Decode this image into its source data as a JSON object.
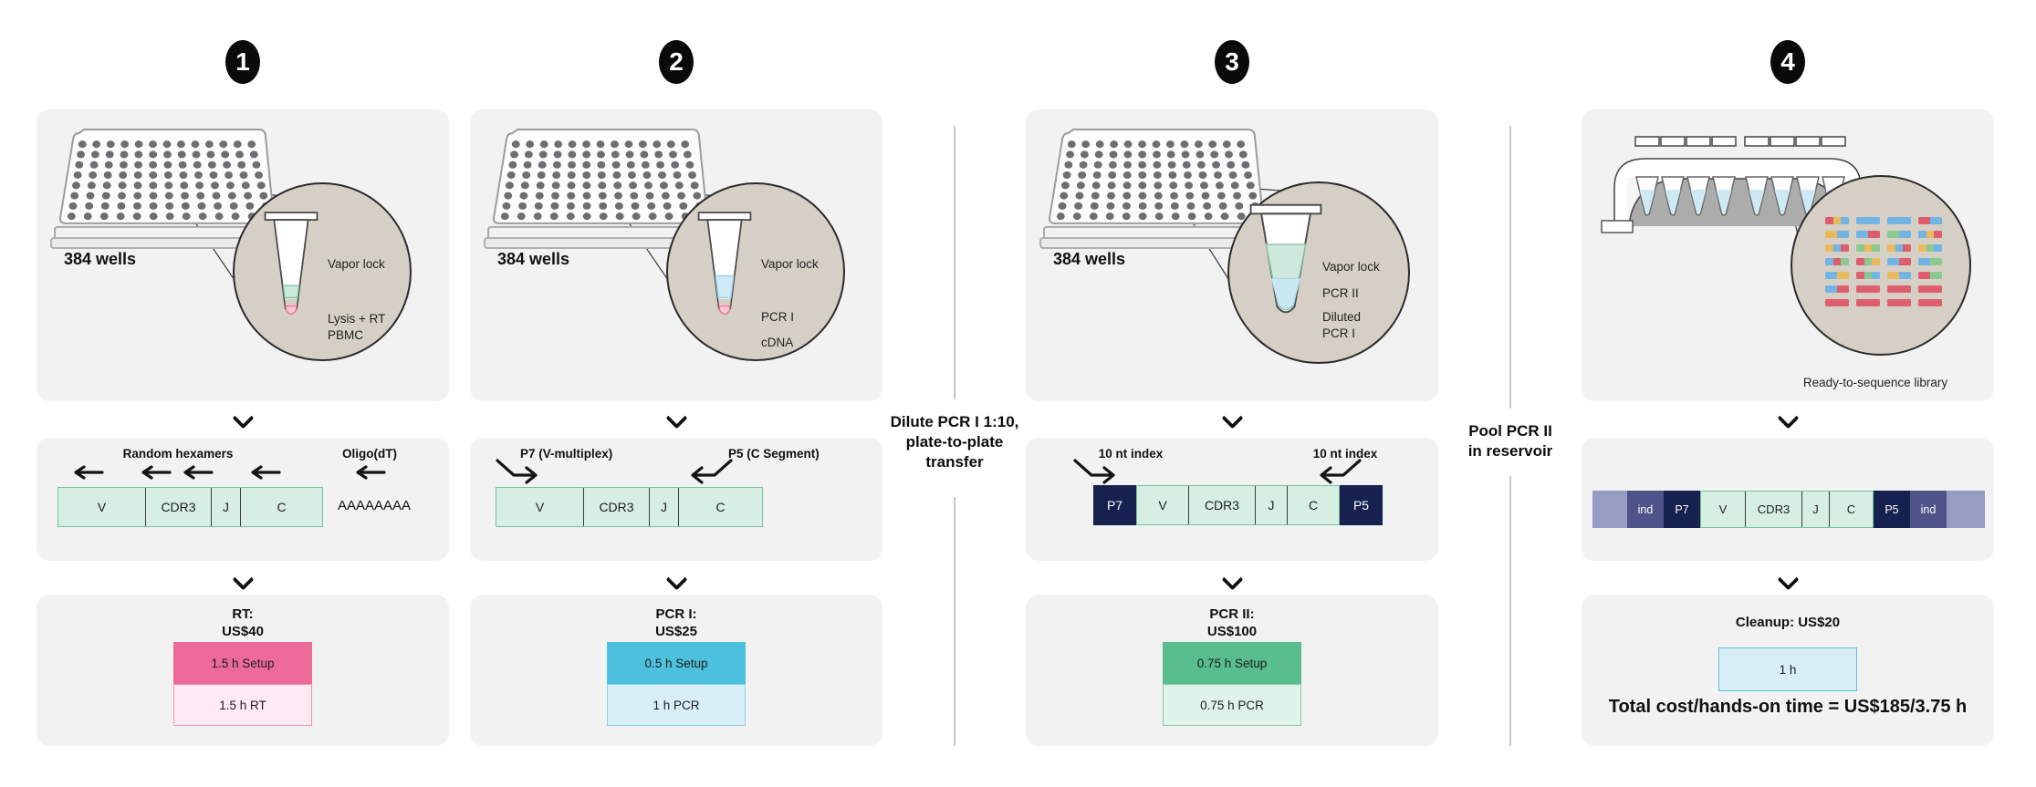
{
  "colors": {
    "card_bg": "#f2f2f3",
    "circle_bg": "#d6cfc5",
    "segment_green_fill": "#d7eee3",
    "segment_green_border": "#74c29c",
    "segment_navy": "#16214f",
    "segment_index_purple": "#4e5489",
    "segment_band_pad": "#969cc3",
    "setup_pink": "#ec6b99",
    "light_pink": "#fdeaf2",
    "setup_cyan": "#4dc0dd",
    "light_cyan": "#d9eff7",
    "setup_green": "#58be8e",
    "light_green": "#e0f3e9",
    "read_red": "#dd5f6e",
    "read_yellow": "#e9ba5d",
    "read_blue": "#72b4e4",
    "read_green": "#8bc98f",
    "badge_black": "#0a0a0a"
  },
  "steps": [
    {
      "step": "1",
      "wells": "384 wells",
      "tube": [
        "Vapor lock",
        "Lysis + RT",
        "PBMC"
      ],
      "mid": {
        "left_label": "Random hexamers",
        "right_label": "Oligo(dT)",
        "polya": "AAAAAAAA"
      },
      "seq": [
        "V",
        "CDR3",
        "J",
        "C"
      ],
      "cost": {
        "t1": "RT:",
        "t2": "US$40",
        "bar1": "1.5 h Setup",
        "bar2": "1.5 h RT"
      }
    },
    {
      "step": "2",
      "wells": "384 wells",
      "tube": [
        "Vapor lock",
        "PCR I",
        "cDNA"
      ],
      "mid": {
        "left_label": "P7 (V-multiplex)",
        "right_label": "P5 (C Segment)"
      },
      "seq": [
        "V",
        "CDR3",
        "J",
        "C"
      ],
      "cost": {
        "t1": "PCR I:",
        "t2": "US$25",
        "bar1": "0.5 h Setup",
        "bar2": "1 h PCR"
      }
    },
    {
      "step": "3",
      "wells": "384 wells",
      "tube": [
        "Vapor lock",
        "PCR II",
        "Diluted",
        "PCR I"
      ],
      "mid": {
        "left_label": "10 nt index",
        "right_label": "10 nt index"
      },
      "seq": [
        "P7",
        "V",
        "CDR3",
        "J",
        "C",
        "P5"
      ],
      "cost": {
        "t1": "PCR II:",
        "t2": "US$100",
        "bar1": "0.75 h Setup",
        "bar2": "0.75 h PCR"
      }
    },
    {
      "step": "4",
      "caption": "Ready-to-sequence library",
      "seq": [
        "",
        "ind",
        "P7",
        "V",
        "CDR3",
        "J",
        "C",
        "P5",
        "ind",
        ""
      ],
      "cost": {
        "t1": "Cleanup: US$20",
        "bar1": "1 h",
        "total": "Total cost/hands-on time = US$185/3.75 h"
      },
      "reads": [
        [
          [
            "R",
            "Y",
            "B"
          ],
          [
            "B"
          ],
          [
            "B"
          ],
          [
            "R",
            "B"
          ]
        ],
        [
          [
            "Y",
            "B"
          ],
          [
            "B",
            "R"
          ],
          [
            "G",
            "B"
          ],
          [
            "B",
            "Y",
            "R"
          ]
        ],
        [
          [
            "Y",
            "B",
            "R"
          ],
          [
            "G",
            "Y",
            "G"
          ],
          [
            "Y",
            "B",
            "R"
          ],
          [
            "Y",
            "G",
            "B"
          ]
        ],
        [
          [
            "B",
            "R",
            "G"
          ],
          [
            "R",
            "G",
            "Y"
          ],
          [
            "B",
            "R"
          ],
          [
            "B",
            "G"
          ]
        ],
        [
          [
            "B",
            "Y"
          ],
          [
            "R",
            "G",
            "B"
          ],
          [
            "Y",
            "B"
          ],
          [
            "R",
            "G"
          ]
        ],
        [
          [
            "B",
            "R"
          ],
          [
            "R"
          ],
          [
            "R"
          ],
          [
            "R"
          ]
        ],
        [
          [
            "R"
          ],
          [
            "R"
          ],
          [
            "R"
          ],
          [
            "R"
          ]
        ]
      ]
    }
  ],
  "dividers": [
    {
      "lines": [
        "Dilute PCR I 1:10,",
        "plate-to-plate",
        "transfer"
      ]
    },
    {
      "lines": [
        "Pool PCR II",
        "in reservoir"
      ]
    }
  ]
}
